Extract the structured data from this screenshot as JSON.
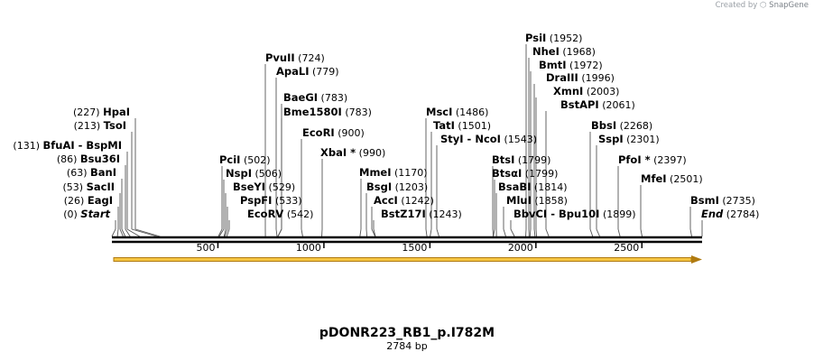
{
  "header": {
    "created_by": "Created by",
    "brand": "SnapGene"
  },
  "plasmid": {
    "name": "pDONR223_RB1_p.I782M",
    "length_label": "2784 bp",
    "length": 2784
  },
  "axis": {
    "ticks": [
      500,
      1000,
      1500,
      2000,
      2500
    ]
  },
  "feature": {
    "name": "",
    "start": 1,
    "end": 2784,
    "color": "#f5c542",
    "edge_color": "#b07a10"
  },
  "sites": [
    {
      "name": "Start",
      "pos": 0,
      "italic": true
    },
    {
      "name": "EagI",
      "pos": 26
    },
    {
      "name": "SacII",
      "pos": 53
    },
    {
      "name": "BanI",
      "pos": 63
    },
    {
      "name": "Bsu36I",
      "pos": 86
    },
    {
      "name": "BfuAI - BspMI",
      "pos": 131
    },
    {
      "name": "TsoI",
      "pos": 213
    },
    {
      "name": "HpaI",
      "pos": 227
    },
    {
      "name": "PciI",
      "pos": 502
    },
    {
      "name": "NspI",
      "pos": 506
    },
    {
      "name": "BseYI",
      "pos": 529
    },
    {
      "name": "PspFI",
      "pos": 533
    },
    {
      "name": "EcoRV",
      "pos": 542
    },
    {
      "name": "PvuII",
      "pos": 724
    },
    {
      "name": "ApaLI",
      "pos": 779
    },
    {
      "name": "BaeGI",
      "pos": 783
    },
    {
      "name": "Bme1580I",
      "pos": 783
    },
    {
      "name": "EcoRI",
      "pos": 900
    },
    {
      "name": "XbaI *",
      "pos": 990
    },
    {
      "name": "MmeI",
      "pos": 1170
    },
    {
      "name": "BsgI",
      "pos": 1203
    },
    {
      "name": "AccI",
      "pos": 1242
    },
    {
      "name": "BstZ17I",
      "pos": 1243
    },
    {
      "name": "MscI",
      "pos": 1486
    },
    {
      "name": "TatI",
      "pos": 1501
    },
    {
      "name": "StyI - NcoI",
      "pos": 1543
    },
    {
      "name": "BtsI",
      "pos": 1799
    },
    {
      "name": "BtsαI",
      "pos": 1799
    },
    {
      "name": "BsaBI",
      "pos": 1814
    },
    {
      "name": "MluI",
      "pos": 1858
    },
    {
      "name": "BbvCI - Bpu10I",
      "pos": 1899
    },
    {
      "name": "PsiI",
      "pos": 1952
    },
    {
      "name": "NheI",
      "pos": 1968
    },
    {
      "name": "BmtI",
      "pos": 1972
    },
    {
      "name": "DraIII",
      "pos": 1996
    },
    {
      "name": "XmnI",
      "pos": 2003
    },
    {
      "name": "BstAPI",
      "pos": 2061
    },
    {
      "name": "BbsI",
      "pos": 2268
    },
    {
      "name": "SspI",
      "pos": 2301
    },
    {
      "name": "PfoI *",
      "pos": 2397
    },
    {
      "name": "MfeI",
      "pos": 2501
    },
    {
      "name": "BsmI",
      "pos": 2735
    },
    {
      "name": "End",
      "pos": 2784,
      "italic": true
    }
  ]
}
